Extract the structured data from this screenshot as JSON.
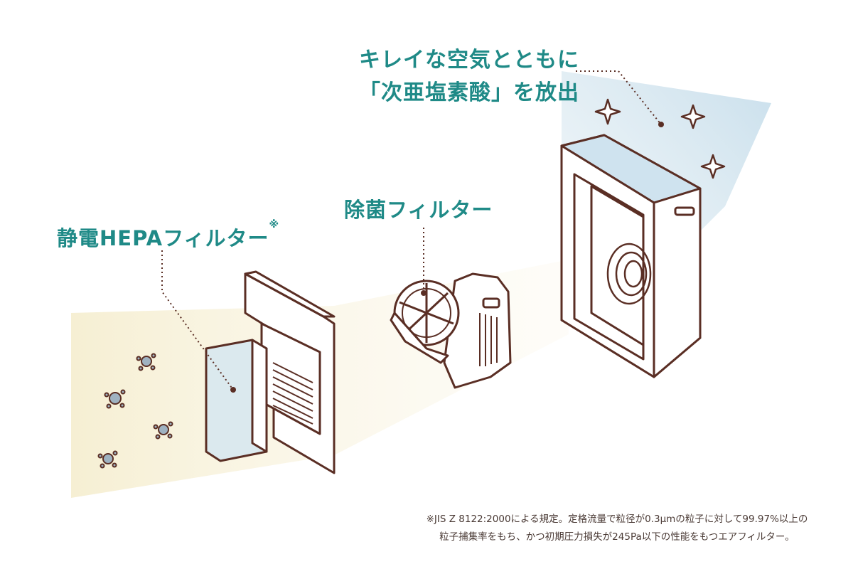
{
  "labels": {
    "top_line1": "キレイな空気とともに",
    "top_line2": "「次亜塩素酸」を放出",
    "middle": "除菌フィルター",
    "left": "静電HEPAフィルター",
    "left_mark": "※"
  },
  "footnote": {
    "line1": "※JIS Z 8122:2000による規定。定格流量で粒径が0.3μmの粒子に対して99.97%以上の",
    "line2": "粒子捕集率をもち、かつ初期圧力損失が245Pa以下の性能をもつエアフィルター。"
  },
  "colors": {
    "label": "#1f8a87",
    "outline": "#5a2e24",
    "dirty_air": "#f7efd2",
    "clean_air": "#cfe3ef",
    "hepa_fill": "#dbe9ee"
  },
  "icons": {
    "dust": "dust-particle-icon",
    "sparkle": "sparkle-icon"
  }
}
